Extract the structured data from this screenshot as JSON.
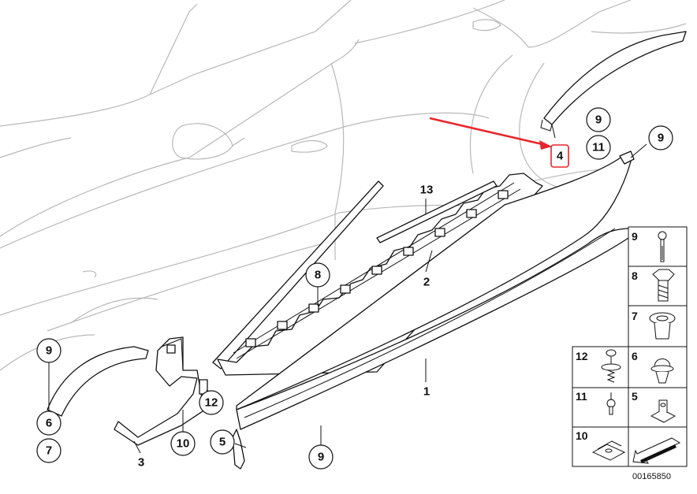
{
  "diagram": {
    "document_number": "00165850",
    "callouts": [
      {
        "id": "c1",
        "label": "1"
      },
      {
        "id": "c2",
        "label": "2"
      },
      {
        "id": "c3",
        "label": "3"
      },
      {
        "id": "c4",
        "label": "4"
      },
      {
        "id": "c5a",
        "label": "5"
      },
      {
        "id": "c6",
        "label": "6"
      },
      {
        "id": "c7",
        "label": "7"
      },
      {
        "id": "c8",
        "label": "8"
      },
      {
        "id": "c9a",
        "label": "9"
      },
      {
        "id": "c9b",
        "label": "9"
      },
      {
        "id": "c9c",
        "label": "9"
      },
      {
        "id": "c9d",
        "label": "9"
      },
      {
        "id": "c10",
        "label": "10"
      },
      {
        "id": "c11",
        "label": "11"
      },
      {
        "id": "c12",
        "label": "12"
      },
      {
        "id": "c13",
        "label": "13"
      }
    ],
    "highlight": {
      "label": "4",
      "color": "#e8262b"
    },
    "legend": [
      {
        "label": "9",
        "icon": "blind-rivet-icon"
      },
      {
        "label": "8",
        "icon": "hex-bolt-icon"
      },
      {
        "label": "7",
        "icon": "expanding-nut-icon"
      },
      {
        "label": "12",
        "icon": "push-clip-spring-icon"
      },
      {
        "label": "6",
        "icon": "expanding-rivet-icon"
      },
      {
        "label": "11",
        "icon": "rivet-icon"
      },
      {
        "label": "5",
        "icon": "clip-nut-icon"
      },
      {
        "label": "10",
        "icon": "speed-nut-icon"
      },
      {
        "label": "",
        "icon": "direction-arrow-icon"
      }
    ]
  }
}
